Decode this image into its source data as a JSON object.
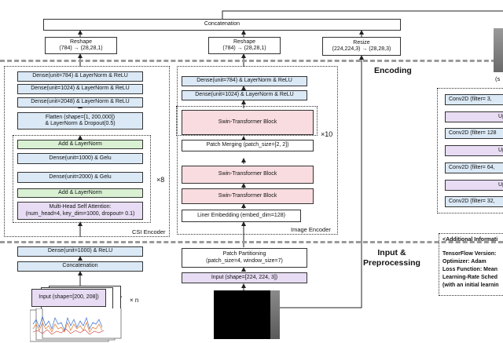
{
  "top": {
    "concatenation": "Concatenation",
    "reshape_csi": "Reshape\n(784) → (28,28,1)",
    "reshape_img": "Reshape\n(784) → (28,28,1)",
    "resize": "Resize\n(224,224,3) → (28,28,3)"
  },
  "sections": {
    "encoding": "Encoding",
    "input_preprocessing": "Input &\nPreprocessing"
  },
  "csi_encoder": {
    "label": "CSI Encoder",
    "dense_784": "Dense(unit=784) & LayerNorm & ReLU",
    "dense_1024": "Dense(unit=1024) & LayerNorm & ReLU",
    "dense_2048": "Dense(unit=2048) & LayerNorm & ReLU",
    "flatten": "Flatten (shape=[1, 200,000])\n& LayerNorm & Dropout(0.5)",
    "add_norm_top": "Add & LayerNorm",
    "dense_1000": "Dense(unit=1000) & Gelu",
    "dense_2000": "Dense(unit=2000) & Gelu",
    "add_norm_bottom": "Add & LayerNorm",
    "mhsa": "Multi-Head Self Attention:\n(num_head=4, key_dim=1000, dropout= 0.1)",
    "repeat": "×8"
  },
  "image_encoder": {
    "label": "Image Encoder",
    "dense_784": "Dense(unit=784) & LayerNorm & ReLU",
    "dense_1024": "Dense(unit=1024) & LayerNorm & ReLU",
    "swin_top": "Swin-Transformer Block",
    "patch_merging": "Patch Merging (patch_size=[2, 2])",
    "repeat": "×10",
    "swin_a": "Swin-Transformer Block",
    "swin_b": "Swin-Transformer Block",
    "linear_embedding": "Liner Embedding (embed_dim=128)"
  },
  "csi_preprocessing": {
    "dense": "Dense(unit=1000) & ReLU",
    "concatenation": "Concatenation",
    "input": "Input (shape=[200, 208])",
    "times_n": "× n"
  },
  "image_preprocessing": {
    "patch_partitioning": "Patch Partitioning\n(patch_size=4, window_size=7)",
    "input": "Input (shape=[224, 224, 3])"
  },
  "decoder": {
    "conv3": "Conv2D (filter= 3,",
    "up1": "Up",
    "conv128": "Conv2D (filter= 128",
    "up2": "Up",
    "conv64": "Conv2D (filter= 64,",
    "up3": "Up",
    "conv32": "Conv2D (filter= 32,",
    "s_label": "(s"
  },
  "info": {
    "title": "<Additional Informati",
    "tf_version": "TensorFlow Version:",
    "optimizer": "Optimizer: Adam",
    "loss": "Loss Function: Mean",
    "lr": "Learning-Rate Sched",
    "lr2": "(with an initial learnin"
  },
  "colors": {
    "blue": "#dbe9f6",
    "green": "#d9f0d3",
    "pink": "#f9dcdf",
    "purple": "#e7dcf3"
  }
}
